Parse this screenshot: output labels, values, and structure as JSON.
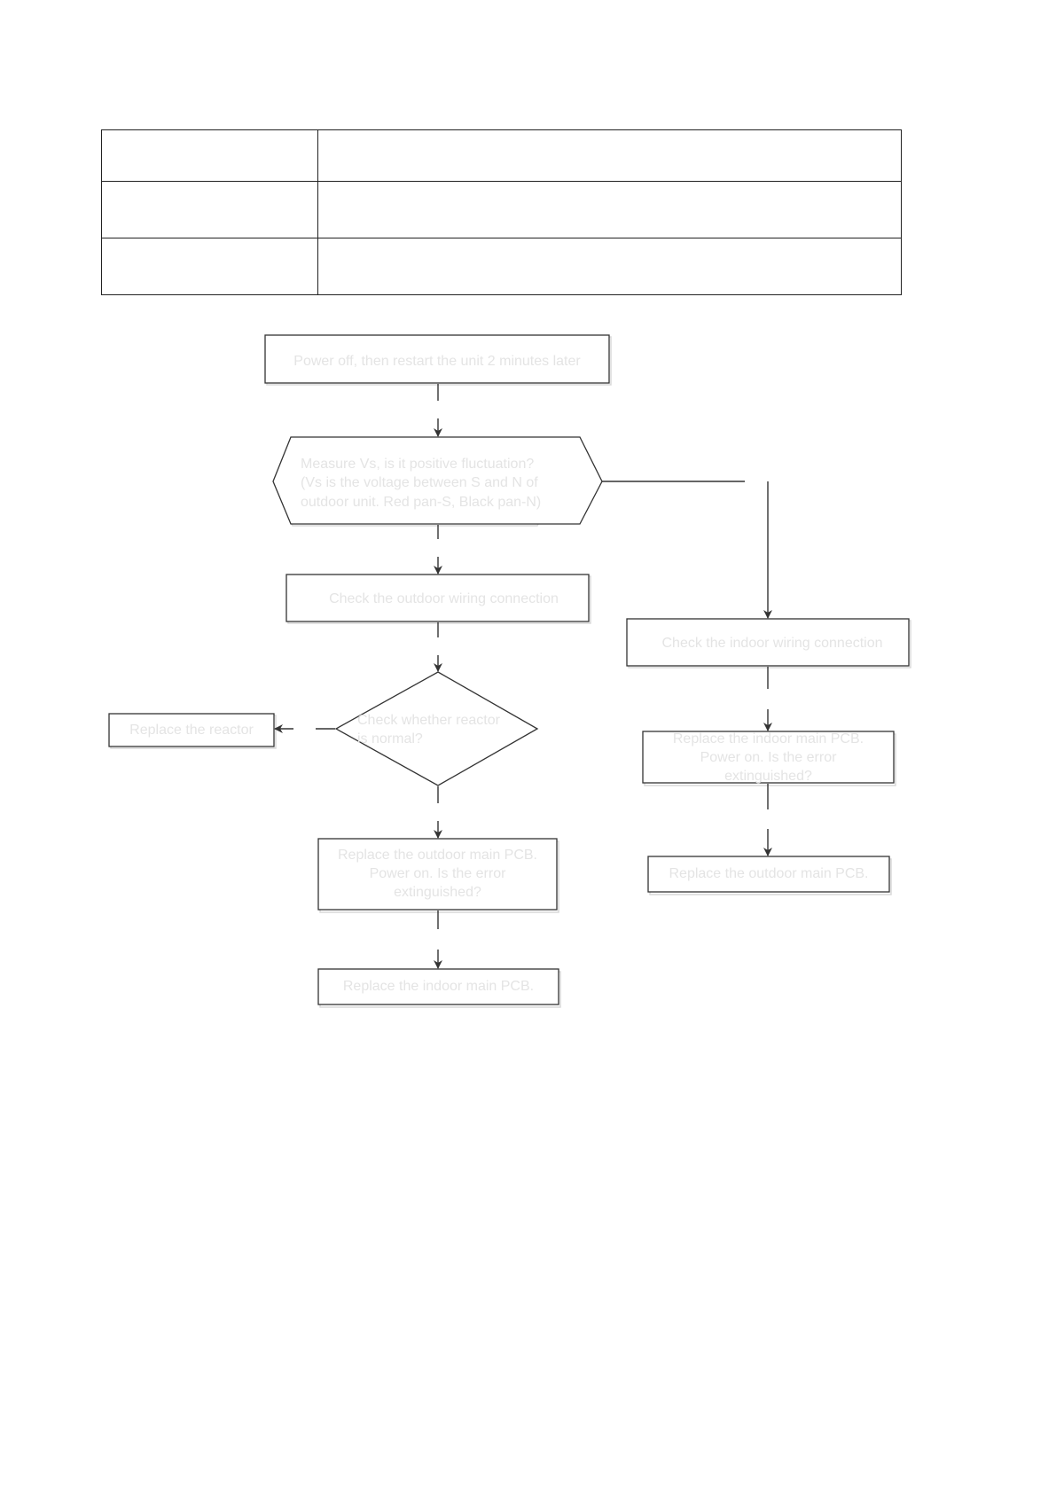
{
  "table": {
    "rows": [
      {
        "label": "",
        "value": ""
      },
      {
        "label": "",
        "value": ""
      },
      {
        "label": "",
        "value": ""
      }
    ]
  },
  "flowchart": {
    "nodes": {
      "power_restart": "Power off, then restart the unit 2 minutes later",
      "measure_vs_line1": "Measure  Vs, is it  positive fluctuation?",
      "measure_vs_line2": "(Vs is the voltage between S and N of",
      "measure_vs_line3": "outdoor unit. Red pan-S, Black pan-N)",
      "check_outdoor_wiring": "Check the outdoor wiring connection",
      "check_reactor_line1": "Check whether reactor",
      "check_reactor_line2": "is normal?",
      "replace_reactor": "Replace  the reactor",
      "replace_outdoor_pcb_q_line1": "Replace the outdoor main PCB.",
      "replace_outdoor_pcb_q_line2": "Power on. Is the error",
      "replace_outdoor_pcb_q_line3": "extinguished?",
      "replace_indoor_pcb": "Replace the indoor main PCB.",
      "check_indoor_wiring": "Check the indoor wiring connection",
      "replace_indoor_pcb_q_line1": "Replace the indoor main PCB.",
      "replace_indoor_pcb_q_line2": "Power on. Is the error",
      "replace_indoor_pcb_q_line3": "extinguished?",
      "replace_outdoor_pcb": "Replace  the outdoor main PCB."
    },
    "colors": {
      "stroke": "#333333",
      "text": "#e4e4e4",
      "shadow": "#d9d9d9"
    }
  }
}
